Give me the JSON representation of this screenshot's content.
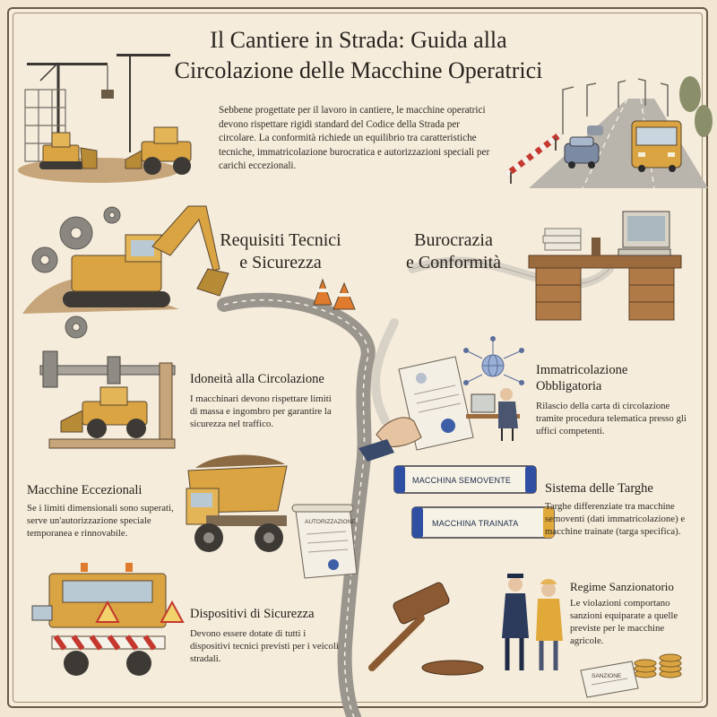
{
  "header": {
    "title_line1": "Il Cantiere in Strada: Guida alla",
    "title_line2": "Circolazione delle Macchine Operatrici",
    "intro": "Sebbene progettate per il lavoro in cantiere, le macchine operatrici devono rispettare rigidi standard del Codice della Strada per circolare. La conformità richiede un equilibrio tra caratteristiche tecniche, immatricolazione burocratica e autorizzazioni speciali per carichi eccezionali."
  },
  "sections": {
    "left": {
      "line1": "Requisiti Tecnici",
      "line2": "e Sicurezza"
    },
    "right": {
      "line1": "Burocrazia",
      "line2": "e Conformità"
    }
  },
  "cards": {
    "idoneita": {
      "title": "Idoneità alla Circolazione",
      "body": "I macchinari devono rispettare limiti di massa e ingombro per garantire la sicurezza nel traffico."
    },
    "eccezionali": {
      "title": "Macchine Eccezionali",
      "body": "Se i limiti dimensionali sono superati, serve un'autorizzazione speciale temporanea e rinnovabile."
    },
    "dispositivi": {
      "title": "Dispositivi di Sicurezza",
      "body": "Devono essere dotate di tutti i dispositivi tecnici previsti per i veicoli stradali."
    },
    "immatricolazione": {
      "title": "Immatricolazione Obbligatoria",
      "body": "Rilascio della carta di circolazione tramite procedura telematica presso gli uffici competenti."
    },
    "targhe": {
      "title": "Sistema delle Targhe",
      "body": "Targhe differenziate tra macchine semoventi (dati immatricolazione) e macchine trainate (targa specifica)."
    },
    "sanzioni": {
      "title": "Regime Sanzionatorio",
      "body": "Le violazioni comportano sanzioni equiparate a quelle previste per le macchine agricole."
    }
  },
  "plates": {
    "semovente": "MACCHINA SEMOVENTE",
    "trainata": "MACCHINA TRAINATA"
  },
  "document_label": "AUTORIZZAZIONE",
  "ticket_label": "SANZIONE",
  "icons": [
    "crane-icon",
    "bulldozer-icon",
    "wheel-loader-icon",
    "guardrail-icon",
    "car-icon",
    "bus-icon",
    "excavator-icon",
    "gear-icon",
    "traffic-cone-icon",
    "desk-icon",
    "computer-icon",
    "caliper-icon",
    "dump-truck-icon",
    "scroll-icon",
    "certificate-icon",
    "globe-network-icon",
    "office-worker-icon",
    "license-plate-icon",
    "warning-triangle-icon",
    "gavel-icon",
    "police-officer-icon",
    "coin-stack-icon"
  ],
  "colors": {
    "paper": "#f5ecdb",
    "machine_yellow": "#d9a441",
    "road_gray": "#8e8a84",
    "plate_blue": "#2f4fa3",
    "warning_red": "#c4382e"
  }
}
